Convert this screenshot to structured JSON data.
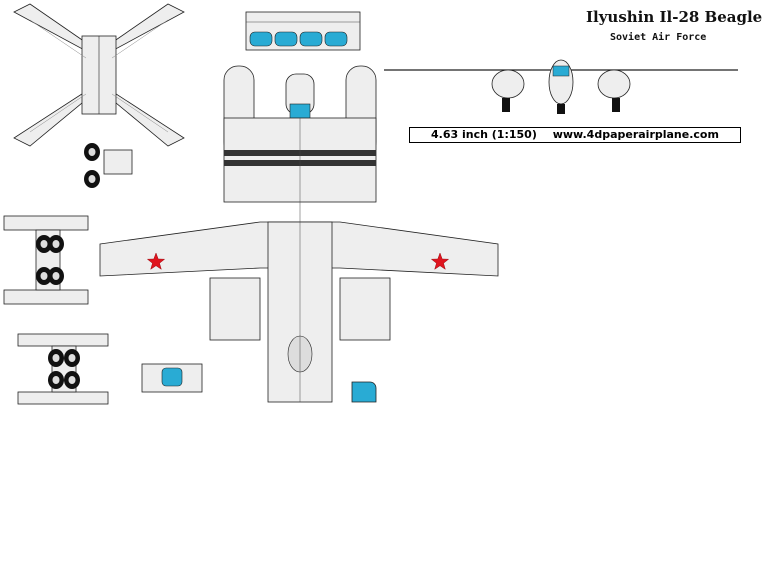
{
  "header": {
    "title": "Ilyushin Il-28 Beagle",
    "subtitle": "Soviet Air Force",
    "scale_text": "4.63 inch (1:150)",
    "website": "www.4dpaperairplane.com"
  },
  "colors": {
    "paper": "#ffffff",
    "panel_fill": "#eeeeee",
    "outline": "#222222",
    "canopy_blue": "#29abd4",
    "star_red": "#e0141e",
    "stripe_dark": "#333333",
    "tire_black": "#111111"
  },
  "parts": [
    {
      "id": "tail-plane-x",
      "label": ""
    },
    {
      "id": "engine-nacelles-front",
      "label": ""
    },
    {
      "id": "main-fuselage-wing",
      "label": ""
    },
    {
      "id": "side-fuselage-upper",
      "label": ""
    },
    {
      "id": "side-fuselage-lower",
      "label": ""
    },
    {
      "id": "wheel-strips",
      "label": ""
    },
    {
      "id": "lower-wing",
      "label": ""
    },
    {
      "id": "gear-legs",
      "label": ""
    }
  ]
}
